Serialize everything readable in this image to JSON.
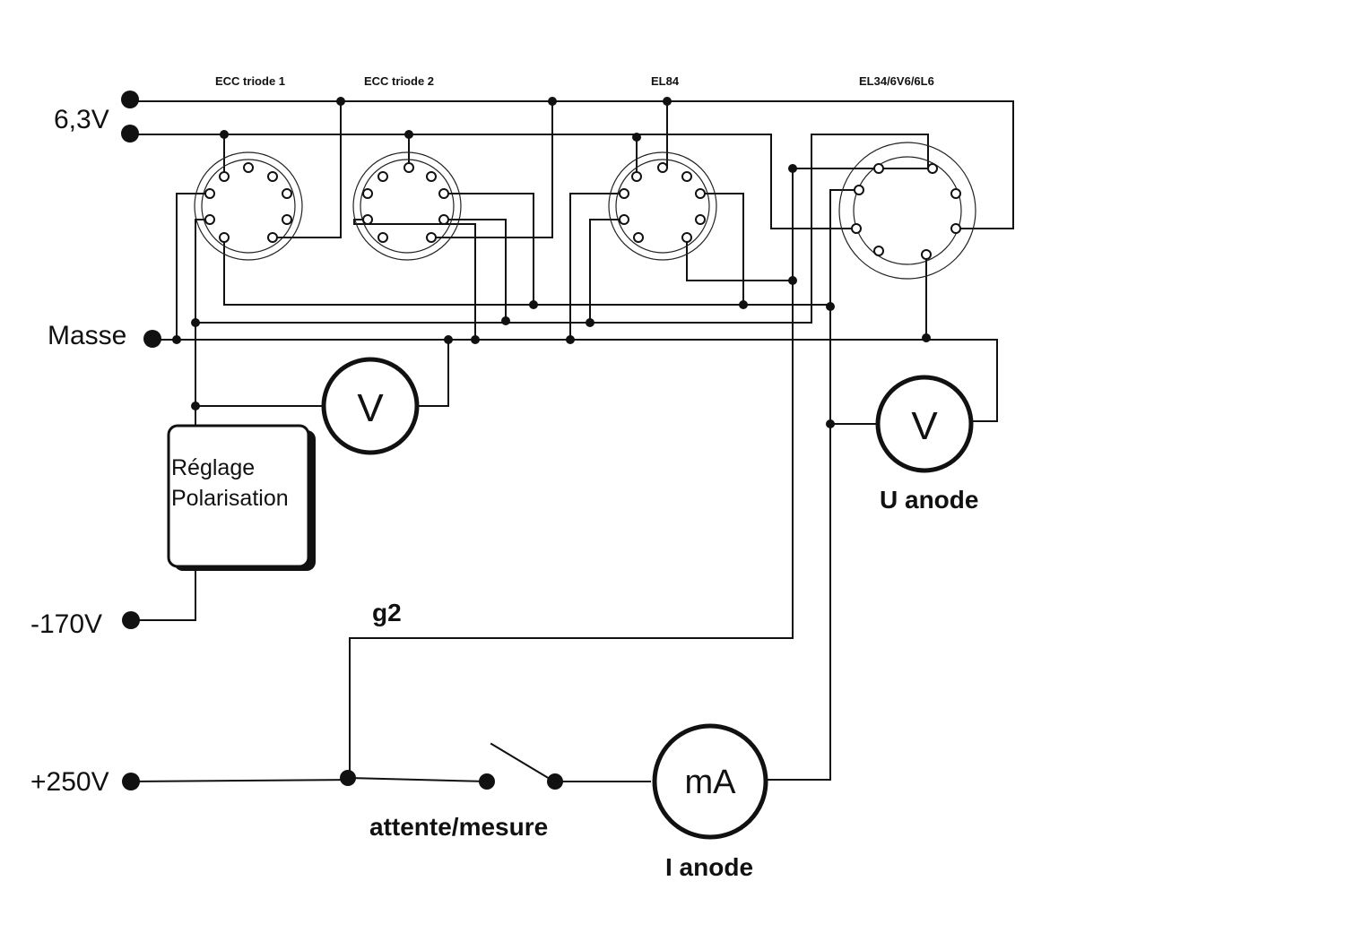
{
  "tubes": {
    "ecc1": "ECC triode 1",
    "ecc2": "ECC triode 2",
    "el84": "EL84",
    "el34": "EL34/6V6/6L6"
  },
  "terminals": {
    "heater": "6,3V",
    "ground": "Masse",
    "neg": "-170V",
    "pos": "+250V"
  },
  "labels": {
    "g2": "g2",
    "switch": "attente/mesure",
    "i_anode": "I anode",
    "u_anode": "U anode",
    "bias_line1": "Réglage",
    "bias_line2": "Polarisation"
  },
  "meters": {
    "grid_voltmeter": "V",
    "anode_voltmeter": "V",
    "anode_ammeter": "mA"
  }
}
